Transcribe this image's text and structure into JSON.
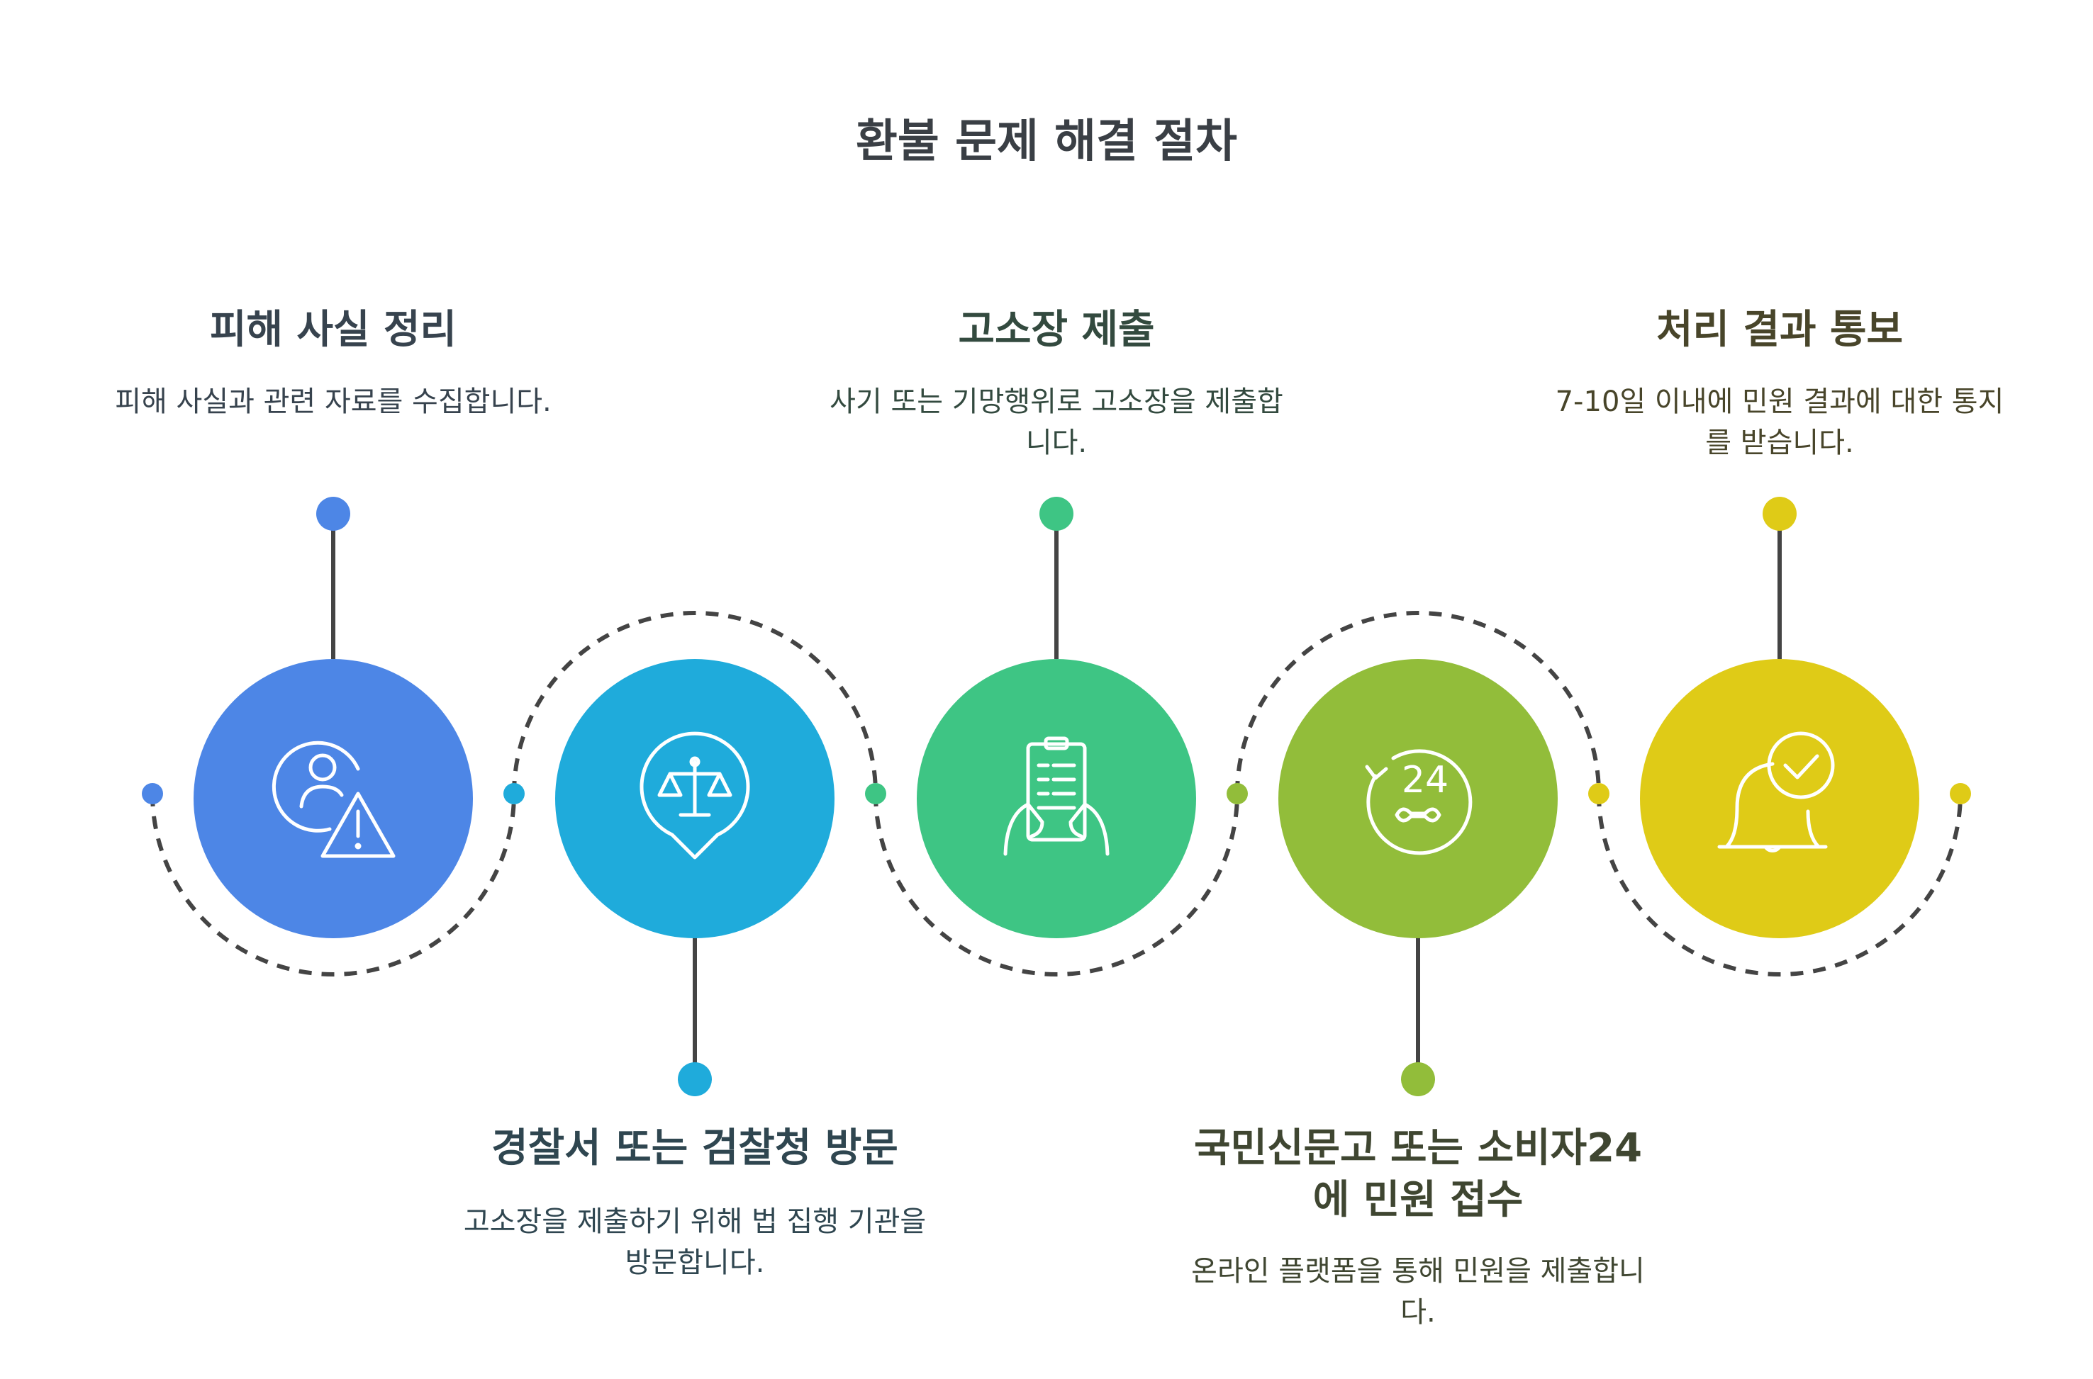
{
  "title": "환불 문제 해결 절차",
  "steps": [
    {
      "title": "피해 사실 정리",
      "description": "피해 사실과 관련 자료를 수집합니다.",
      "color": "#4d86e6",
      "text_color": "#37434e",
      "icon": "person-warning-icon"
    },
    {
      "title": "경찰서 또는 검찰청 방문",
      "description": "고소장을 제출하기 위해 법 집행 기관을 방문합니다.",
      "color": "#1fabdb",
      "text_color": "#2f4650",
      "icon": "scales-location-icon"
    },
    {
      "title": "고소장 제출",
      "description": "사기 또는 기망행위로 고소장을 제출합니다.",
      "color": "#3ec584",
      "text_color": "#334a3f",
      "icon": "document-hands-icon"
    },
    {
      "title": "국민신문고 또는 소비자24에 민원 접수",
      "description": "온라인 플랫폼을 통해 민원을 제출합니다.",
      "color": "#92bd3a",
      "text_color": "#3f4631",
      "icon": "24h-service-icon"
    },
    {
      "title": "처리 결과 통보",
      "description": "7-10일 이내에 민원 결과에 대한 통지를 받습니다.",
      "color": "#dfcb17",
      "text_color": "#48452a",
      "icon": "bell-check-icon"
    }
  ]
}
